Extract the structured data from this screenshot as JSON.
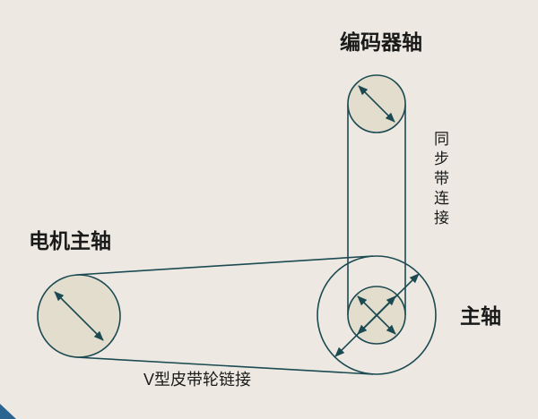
{
  "colors": {
    "background": "#EDE9E2",
    "line": "#1C4A52",
    "pulley_fill": "#E3DDCE",
    "text": "#1A1A1A",
    "corner_mark": "#2B6391"
  },
  "labels": {
    "encoder_shaft": "编码器轴",
    "motor_shaft": "电机主轴",
    "main_shaft": "主轴",
    "v_belt_link": "V型皮带轮链接",
    "sync_belt_link": "同步带连接"
  },
  "diagram": {
    "type": "mechanical-transmission-schematic",
    "parts": [
      "encoder-pulley-top",
      "spindle-outer-pulley",
      "spindle-inner-pulley",
      "motor-pulley-left",
      "synchronous-belt-vertical",
      "v-belt-horizontal"
    ]
  }
}
